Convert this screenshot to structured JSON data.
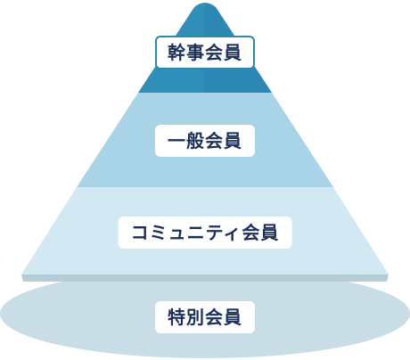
{
  "diagram": {
    "tiers": [
      {
        "id": "kanji",
        "label": "幹事会員"
      },
      {
        "id": "ippan",
        "label": "一般会員"
      },
      {
        "id": "community",
        "label": "コミュニティ会員"
      },
      {
        "id": "tokubetsu",
        "label": "特別会員"
      }
    ],
    "colors": {
      "apex": "#2f8fb9",
      "apex_dark": "#2479a3",
      "tier_ippan": "#a9d3e6",
      "tier_community": "#d2e8f2",
      "base_ellipse": "#c9dde6",
      "base_shadow": "#b6ccd6",
      "label_text": "#1b2f57",
      "label_border": "#2e86ad"
    }
  }
}
